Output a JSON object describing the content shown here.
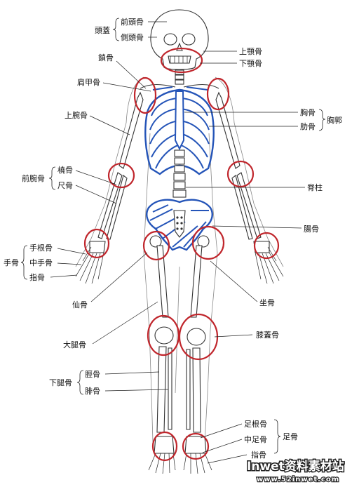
{
  "labels": {
    "skull": "頭蓋",
    "frontal": "前頭骨",
    "parietal": "側頭骨",
    "maxilla": "上顎骨",
    "mandible": "下顎骨",
    "clavicle": "鎖骨",
    "scapula": "肩甲骨",
    "humerus": "上腕骨",
    "sternum": "胸骨",
    "ribs": "肋骨",
    "thorax": "胸郭",
    "forearm": "前腕骨",
    "radius": "橈骨",
    "ulna": "尺骨",
    "spine": "脊柱",
    "ilium": "腸骨",
    "hand": "手骨",
    "carpals": "手根骨",
    "metacarpals": "中手骨",
    "phalanges_hand": "指骨",
    "sacrum": "仙骨",
    "ischium": "坐骨",
    "femur": "大腿骨",
    "patella": "膝蓋骨",
    "lowerleg": "下腿骨",
    "tibia": "脛骨",
    "fibula": "腓骨",
    "tarsals": "足根骨",
    "metatarsals": "中足骨",
    "phalanges_foot": "指骨",
    "foot": "足骨"
  },
  "watermark": {
    "brand": "Inwet资料素材站",
    "url": "www.52inwet.com"
  },
  "colors": {
    "highlight_red": "#c0262c",
    "highlight_blue": "#2454b8",
    "line": "#333333"
  }
}
